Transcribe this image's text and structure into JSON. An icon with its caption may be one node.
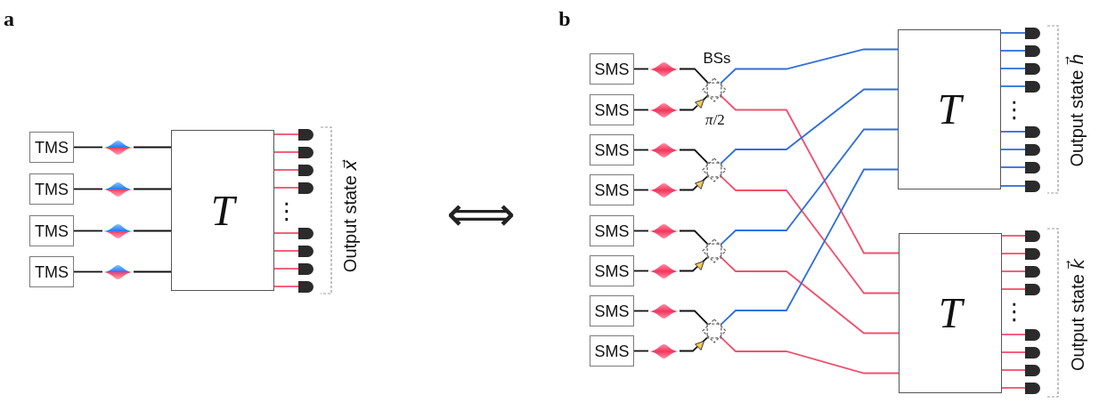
{
  "diagram": {
    "nodes": [
      {
        "text": [
          "TMS"
        ]
      },
      {
        "text": [
          "TMS"
        ]
      },
      {
        "text": [
          "TMS"
        ]
      },
      {
        "text": [
          "TMS"
        ]
      },
      {
        "text": [],
        "shape": "spindle"
      },
      {
        "text": [],
        "shape": "spindle"
      },
      {
        "text": [],
        "shape": "spindle"
      },
      {
        "text": [],
        "shape": "spindle"
      },
      {
        "text": [
          "T"
        ]
      },
      {
        "text": [],
        "shape": "detector"
      },
      {
        "text": [],
        "shape": "detector"
      },
      {
        "text": [],
        "shape": "detector"
      },
      {
        "text": [],
        "shape": "detector"
      },
      {
        "text": [],
        "shape": "detector"
      },
      {
        "text": [],
        "shape": "detector"
      },
      {
        "text": [],
        "shape": "detector"
      },
      {
        "text": [],
        "shape": "detector"
      },
      {
        "text": [
          "SMS"
        ]
      },
      {
        "text": [
          "SMS"
        ]
      },
      {
        "text": [
          "SMS"
        ]
      },
      {
        "text": [
          "SMS"
        ]
      },
      {
        "text": [
          "SMS"
        ]
      },
      {
        "text": [
          "SMS"
        ]
      },
      {
        "text": [
          "SMS"
        ]
      },
      {
        "text": [
          "SMS"
        ]
      },
      {
        "text": [],
        "shape": "spindle"
      },
      {
        "text": [],
        "shape": "spindle"
      },
      {
        "text": [],
        "shape": "spindle"
      },
      {
        "text": [],
        "shape": "spindle"
      },
      {
        "text": [],
        "shape": "spindle"
      },
      {
        "text": [],
        "shape": "spindle"
      },
      {
        "text": [],
        "shape": "spindle"
      },
      {
        "text": [],
        "shape": "spindle"
      },
      {
        "text": [],
        "shape": "triangle"
      },
      {
        "text": [],
        "shape": "triangle"
      },
      {
        "text": [],
        "shape": "triangle"
      },
      {
        "text": [],
        "shape": "triangle"
      },
      {
        "text": [],
        "shape": "diamond"
      },
      {
        "text": [],
        "shape": "diamond"
      },
      {
        "text": [],
        "shape": "diamond"
      },
      {
        "text": [],
        "shape": "diamond"
      },
      {
        "text": [
          "T"
        ]
      },
      {
        "text": [
          "T"
        ]
      },
      {
        "text": [],
        "shape": "detector"
      },
      {
        "text": [],
        "shape": "detector"
      },
      {
        "text": [],
        "shape": "detector"
      },
      {
        "text": [],
        "shape": "detector"
      },
      {
        "text": [],
        "shape": "detector"
      },
      {
        "text": [],
        "shape": "detector"
      },
      {
        "text": [],
        "shape": "detector"
      },
      {
        "text": [],
        "shape": "detector"
      },
      {
        "text": [],
        "shape": "detector"
      },
      {
        "text": [],
        "shape": "detector"
      },
      {
        "text": [],
        "shape": "detector"
      },
      {
        "text": [],
        "shape": "detector"
      },
      {
        "text": [],
        "shape": "detector"
      },
      {
        "text": [],
        "shape": "detector"
      },
      {
        "text": [],
        "shape": "detector"
      },
      {
        "text": [],
        "shape": "detector"
      }
    ],
    "edges": [
      {
        "from": 0,
        "to": 4,
        "arrow": "none"
      },
      {
        "from": 4,
        "to": 8,
        "arrow": "none"
      },
      {
        "from": 1,
        "to": 5,
        "arrow": "none"
      },
      {
        "from": 5,
        "to": 8,
        "arrow": "none"
      },
      {
        "from": 2,
        "to": 6,
        "arrow": "none"
      },
      {
        "from": 6,
        "to": 8,
        "arrow": "none"
      },
      {
        "from": 3,
        "to": 7,
        "arrow": "none"
      },
      {
        "from": 7,
        "to": 8,
        "arrow": "none"
      },
      {
        "from": 8,
        "to": 9,
        "arrow": "none",
        "color": "#f2506e"
      },
      {
        "from": 8,
        "to": 10,
        "arrow": "none",
        "color": "#f2506e"
      },
      {
        "from": 8,
        "to": 11,
        "arrow": "none",
        "color": "#f2506e"
      },
      {
        "from": 8,
        "to": 12,
        "arrow": "none",
        "color": "#f2506e"
      },
      {
        "from": 8,
        "to": 13,
        "arrow": "none",
        "color": "#f2506e"
      },
      {
        "from": 8,
        "to": 14,
        "arrow": "none",
        "color": "#f2506e"
      },
      {
        "from": 8,
        "to": 15,
        "arrow": "none",
        "color": "#f2506e"
      },
      {
        "from": 8,
        "to": 16,
        "arrow": "none",
        "color": "#f2506e"
      },
      {
        "from": 17,
        "to": 25,
        "arrow": "none"
      },
      {
        "from": 18,
        "to": 26,
        "arrow": "none"
      },
      {
        "from": 19,
        "to": 27,
        "arrow": "none"
      },
      {
        "from": 20,
        "to": 28,
        "arrow": "none"
      },
      {
        "from": 21,
        "to": 29,
        "arrow": "none"
      },
      {
        "from": 22,
        "to": 30,
        "arrow": "none"
      },
      {
        "from": 23,
        "to": 31,
        "arrow": "none"
      },
      {
        "from": 24,
        "to": 32,
        "arrow": "none"
      },
      {
        "from": 25,
        "to": 37,
        "arrow": "none"
      },
      {
        "from": 26,
        "to": 33,
        "arrow": "none"
      },
      {
        "from": 33,
        "to": 37,
        "arrow": "none"
      },
      {
        "from": 27,
        "to": 38,
        "arrow": "none"
      },
      {
        "from": 28,
        "to": 34,
        "arrow": "none"
      },
      {
        "from": 34,
        "to": 38,
        "arrow": "none"
      },
      {
        "from": 29,
        "to": 39,
        "arrow": "none"
      },
      {
        "from": 30,
        "to": 35,
        "arrow": "none"
      },
      {
        "from": 35,
        "to": 39,
        "arrow": "none"
      },
      {
        "from": 31,
        "to": 40,
        "arrow": "none"
      },
      {
        "from": 32,
        "to": 36,
        "arrow": "none"
      },
      {
        "from": 36,
        "to": 40,
        "arrow": "none"
      },
      {
        "from": 37,
        "to": 41,
        "arrow": "none",
        "color": "#2e6fdc"
      },
      {
        "from": 37,
        "to": 42,
        "arrow": "none",
        "color": "#f2506e"
      },
      {
        "from": 38,
        "to": 41,
        "arrow": "none",
        "color": "#2e6fdc"
      },
      {
        "from": 38,
        "to": 42,
        "arrow": "none",
        "color": "#f2506e"
      },
      {
        "from": 39,
        "to": 41,
        "arrow": "none",
        "color": "#2e6fdc"
      },
      {
        "from": 39,
        "to": 42,
        "arrow": "none",
        "color": "#f2506e"
      },
      {
        "from": 40,
        "to": 41,
        "arrow": "none",
        "color": "#2e6fdc"
      },
      {
        "from": 40,
        "to": 42,
        "arrow": "none",
        "color": "#f2506e"
      },
      {
        "from": 41,
        "to": 43,
        "arrow": "none",
        "color": "#2e6fdc"
      },
      {
        "from": 41,
        "to": 44,
        "arrow": "none",
        "color": "#2e6fdc"
      },
      {
        "from": 41,
        "to": 45,
        "arrow": "none",
        "color": "#2e6fdc"
      },
      {
        "from": 41,
        "to": 46,
        "arrow": "none",
        "color": "#2e6fdc"
      },
      {
        "from": 41,
        "to": 47,
        "arrow": "none",
        "color": "#2e6fdc"
      },
      {
        "from": 41,
        "to": 48,
        "arrow": "none",
        "color": "#2e6fdc"
      },
      {
        "from": 41,
        "to": 49,
        "arrow": "none",
        "color": "#2e6fdc"
      },
      {
        "from": 41,
        "to": 50,
        "arrow": "none",
        "color": "#2e6fdc"
      },
      {
        "from": 42,
        "to": 51,
        "arrow": "none",
        "color": "#f2506e"
      },
      {
        "from": 42,
        "to": 52,
        "arrow": "none",
        "color": "#f2506e"
      },
      {
        "from": 42,
        "to": 53,
        "arrow": "none",
        "color": "#f2506e"
      },
      {
        "from": 42,
        "to": 54,
        "arrow": "none",
        "color": "#f2506e"
      },
      {
        "from": 42,
        "to": 55,
        "arrow": "none",
        "color": "#f2506e"
      },
      {
        "from": 42,
        "to": 56,
        "arrow": "none",
        "color": "#f2506e"
      },
      {
        "from": 42,
        "to": 57,
        "arrow": "none",
        "color": "#f2506e"
      },
      {
        "from": 42,
        "to": 58,
        "arrow": "none",
        "color": "#f2506e"
      }
    ],
    "labels": [
      "a",
      "⋮",
      "Output state *x⃗*",
      "⟺",
      "b",
      "BSs",
      "*π*/2",
      "⋮",
      "Output state *h⃗*",
      "⋮",
      "Output state *k⃗*"
    ]
  }
}
